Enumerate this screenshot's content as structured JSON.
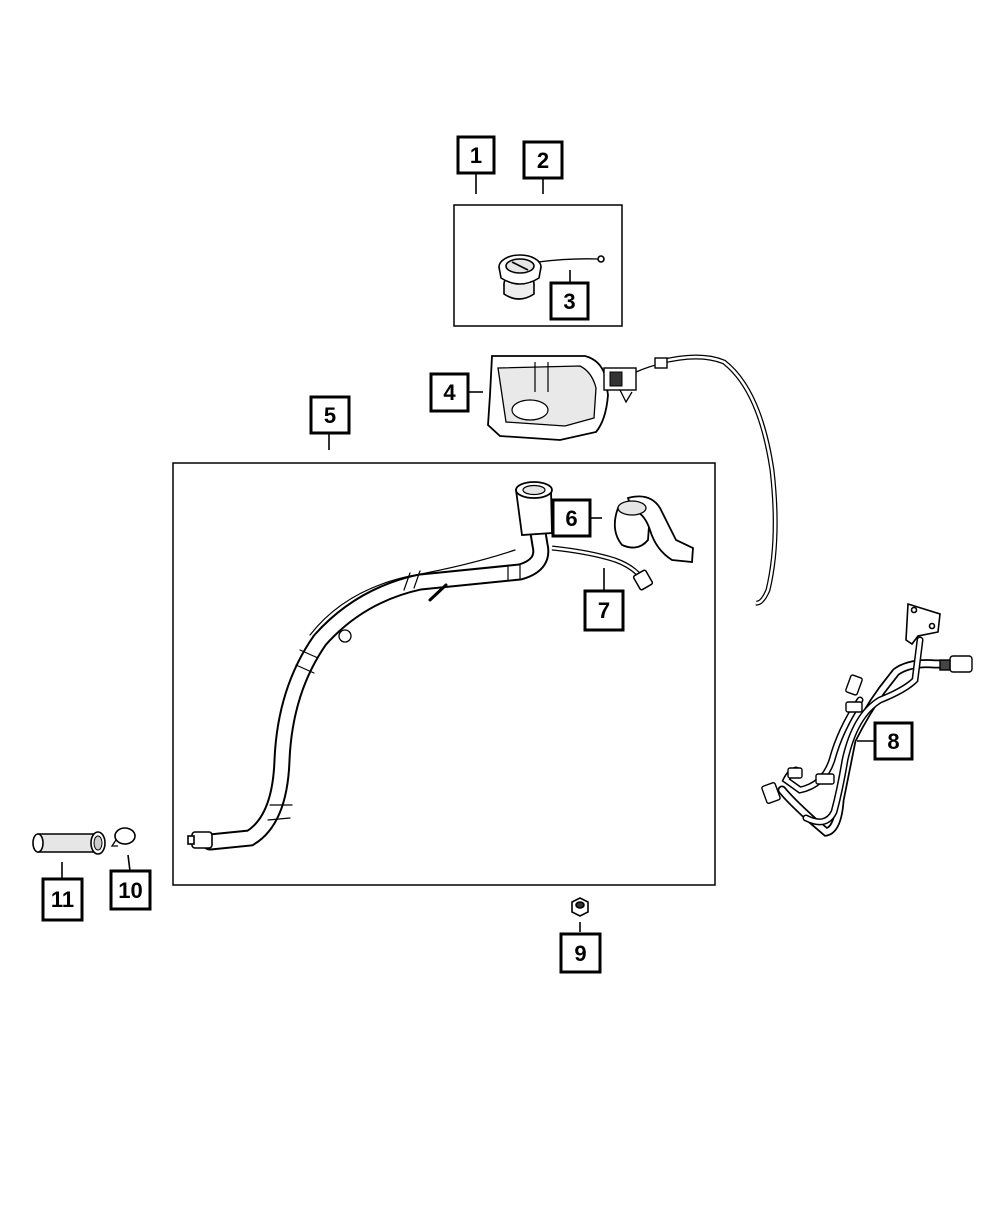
{
  "diagram": {
    "callouts": [
      {
        "number": "1"
      },
      {
        "number": "2"
      },
      {
        "number": "3"
      },
      {
        "number": "4"
      },
      {
        "number": "5"
      },
      {
        "number": "6"
      },
      {
        "number": "7"
      },
      {
        "number": "8"
      },
      {
        "number": "9"
      },
      {
        "number": "10"
      },
      {
        "number": "11"
      }
    ],
    "colors": {
      "line": "#000000",
      "fill": "#ffffff",
      "shade": "#e6e6e6"
    }
  }
}
